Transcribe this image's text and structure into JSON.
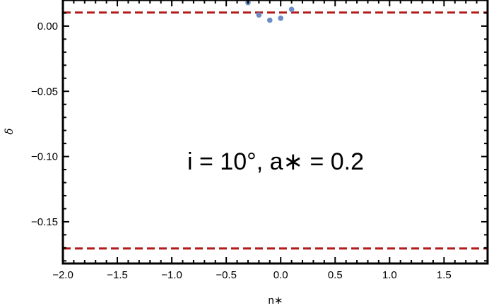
{
  "chart_data": {
    "type": "scatter",
    "xlabel": "n∗",
    "ylabel": "δ",
    "xlim": [
      -2.0,
      1.9
    ],
    "ylim": [
      -0.182,
      0.02
    ],
    "xticks": [
      -2.0,
      -1.5,
      -1.0,
      -0.5,
      0.0,
      0.5,
      1.0,
      1.5
    ],
    "xtick_labels": [
      "−2.0",
      "−1.5",
      "−1.0",
      "−0.5",
      "0.0",
      "0.5",
      "1.0",
      "1.5"
    ],
    "yticks": [
      0.0,
      -0.05,
      -0.1,
      -0.15
    ],
    "ytick_labels": [
      "0.00",
      "−0.05",
      "−0.10",
      "−0.15"
    ],
    "annotation": "i = 10°, a∗ = 0.2",
    "grid": false,
    "points": {
      "x": [
        -0.3,
        -0.2,
        -0.1,
        0.0,
        0.1
      ],
      "y": [
        0.018,
        0.0085,
        0.0045,
        0.006,
        0.0128
      ],
      "color": "#6b8cc4"
    },
    "hlines": [
      {
        "y": 0.0104,
        "color": "#b31b1b",
        "style": "dashed"
      },
      {
        "y": -0.1705,
        "color": "#b31b1b",
        "style": "dashed"
      }
    ]
  }
}
